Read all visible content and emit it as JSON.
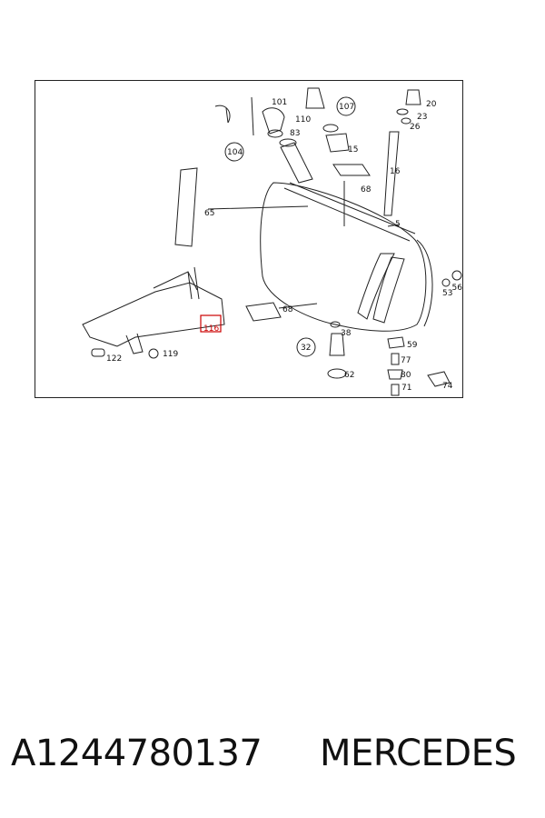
{
  "diagram": {
    "callouts": [
      "101",
      "107",
      "110",
      "83",
      "104",
      "15",
      "20",
      "23",
      "26",
      "16",
      "68",
      "65",
      "5",
      "53",
      "56",
      "68",
      "116",
      "119",
      "122",
      "38",
      "32",
      "59",
      "77",
      "62",
      "80",
      "71",
      "74"
    ],
    "highlighted_callout": "116",
    "highlight_color": "#cc0000"
  },
  "caption": {
    "part_number": "A1244780137",
    "brand": "MERCEDES"
  }
}
